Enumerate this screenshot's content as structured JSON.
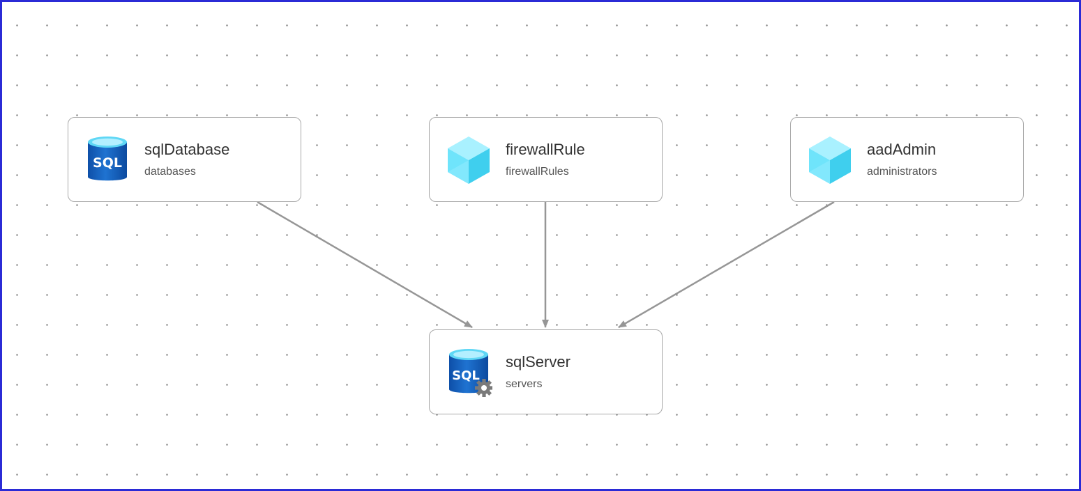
{
  "diagram": {
    "colors": {
      "frame_border": "#2b2bd6",
      "edge": "#969696",
      "node_border": "#a8a8a8",
      "sql_blue": "#1d5fb5",
      "cube_cyan": "#50e6ff"
    },
    "nodes": [
      {
        "id": "sqlDatabase",
        "title": "sqlDatabase",
        "subtitle": "databases",
        "icon": "sql-database-icon"
      },
      {
        "id": "firewallRule",
        "title": "firewallRule",
        "subtitle": "firewallRules",
        "icon": "resource-cube-icon"
      },
      {
        "id": "aadAdmin",
        "title": "aadAdmin",
        "subtitle": "administrators",
        "icon": "resource-cube-icon"
      },
      {
        "id": "sqlServer",
        "title": "sqlServer",
        "subtitle": "servers",
        "icon": "sql-server-icon"
      }
    ],
    "edges": [
      {
        "from": "sqlDatabase",
        "to": "sqlServer"
      },
      {
        "from": "firewallRule",
        "to": "sqlServer"
      },
      {
        "from": "aadAdmin",
        "to": "sqlServer"
      }
    ]
  }
}
